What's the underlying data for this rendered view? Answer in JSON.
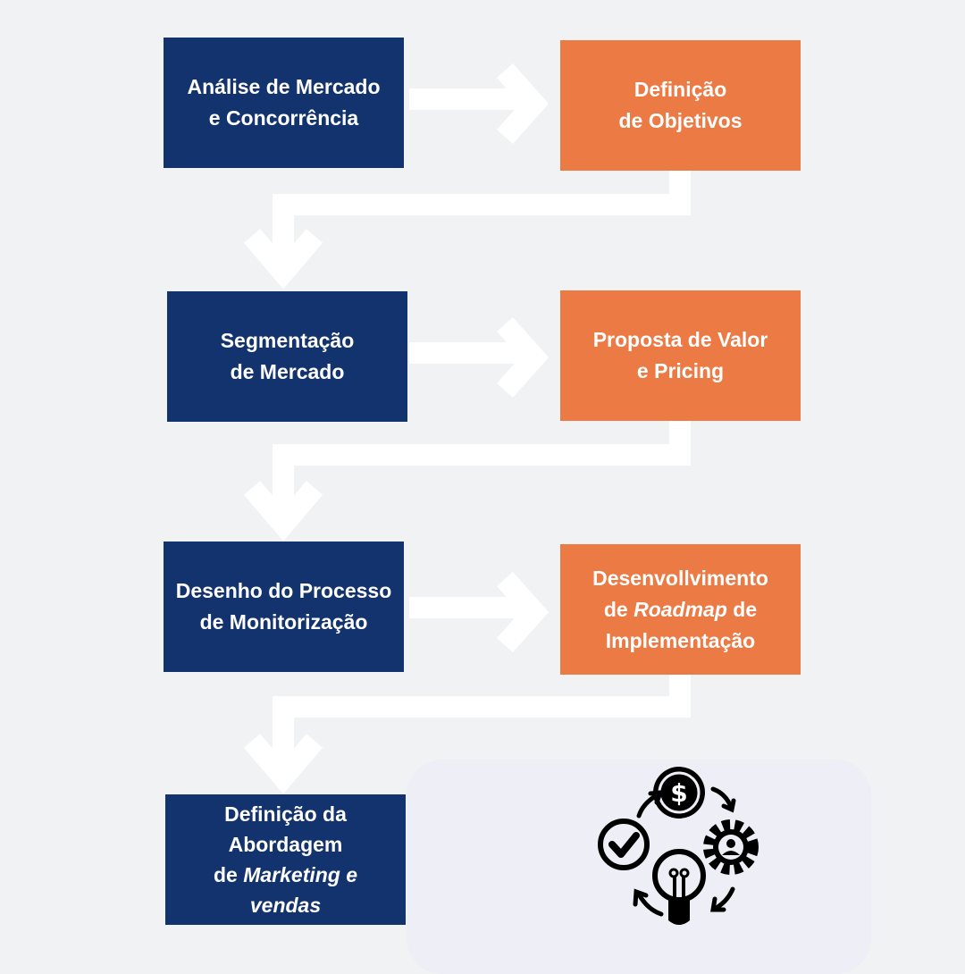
{
  "steps": [
    {
      "lines": [
        "Análise de Mercado",
        "e Concorrência"
      ],
      "color": "#13336f"
    },
    {
      "lines": [
        "Definição",
        "de Objetivos"
      ],
      "color": "#ec7a44"
    },
    {
      "lines": [
        "Segmentação",
        "de Mercado"
      ],
      "color": "#13336f"
    },
    {
      "lines": [
        "Proposta de Valor",
        "e Pricing"
      ],
      "color": "#ec7a44"
    },
    {
      "lines": [
        "Desenho do Processo",
        "de Monitorização"
      ],
      "color": "#13336f"
    },
    {
      "l1": "Desenvollvimento",
      "l2a": "de ",
      "l2b": "Roadmap",
      "l2c": " de",
      "l3": "Implementação",
      "color": "#ec7a44"
    },
    {
      "l1": "Definição da",
      "l2": "Abordagem",
      "l3a": "de ",
      "l3b": "Marketing e",
      "l4": "vendas",
      "color": "#13336f"
    }
  ],
  "icons": [
    "dollar-coin-icon",
    "gear-user-icon",
    "lightbulb-icon",
    "checkmark-icon",
    "cycle-arrows-icon"
  ]
}
